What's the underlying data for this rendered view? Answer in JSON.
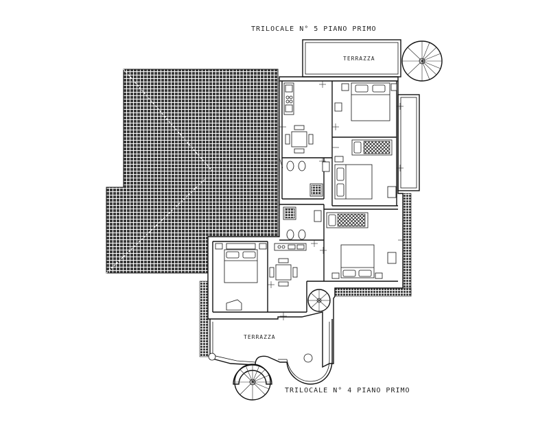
{
  "labels": {
    "title_top": "TRILOCALE N° 5 PIANO PRIMO",
    "title_bottom": "TRILOCALE N° 4 PIANO PRIMO",
    "terrace_top": "TERRAZZA",
    "terrace_bottom": "TERRAZZA"
  },
  "colors": {
    "ink": "#111111",
    "background": "#ffffff"
  }
}
